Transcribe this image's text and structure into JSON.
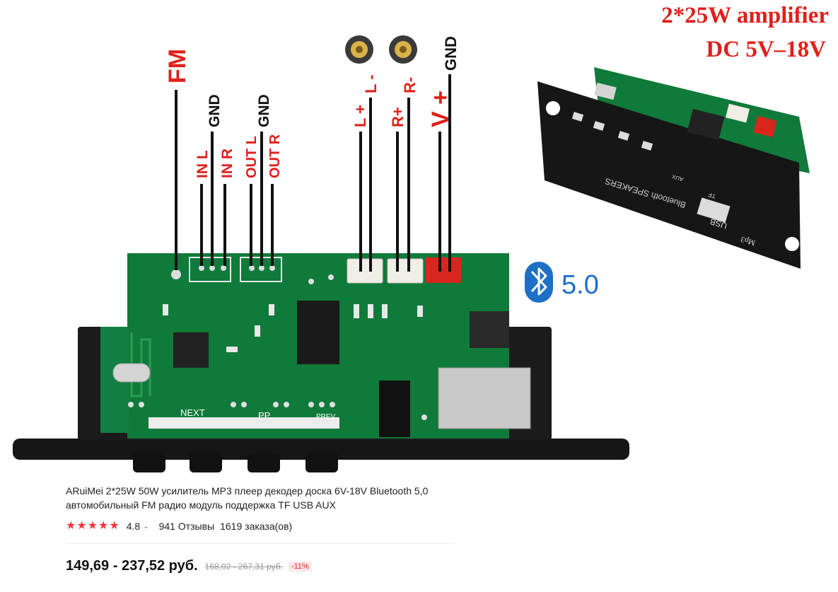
{
  "image": {
    "headline_line1": "2*25W amplifier",
    "headline_line2": "DC 5V–18V",
    "bluetooth_version": "5.0",
    "pins": {
      "fm": "FM",
      "in_l": "IN L",
      "gnd1": "GND",
      "in_r": "IN R",
      "out_l": "OUT L",
      "gnd2": "GND",
      "out_r": "OUT R",
      "l_plus": "L +",
      "l_minus": "L -",
      "r_plus": "R+",
      "r_minus": "R-",
      "v_plus": "V +",
      "gnd3": "GND"
    },
    "board_buttons": {
      "next": "NEXT",
      "pp": "PP",
      "prev": "PREV"
    },
    "faceplate": {
      "bluetooth_speakers": "Bluetooth SPEAKERS",
      "usb": "USB",
      "tf": "TF",
      "aux": "AUX",
      "mp3": "Mp3"
    },
    "colors": {
      "red": "#e0201b",
      "pcb_green": "#0f7a3a",
      "black": "#141414",
      "bluetooth_blue": "#1f6fc5"
    }
  },
  "product": {
    "title": "ARuiMei 2*25W 50W усилитель MP3 плеер декодер доска 6V-18V Bluetooth 5,0 автомобильный FM радио модуль поддержка TF USB AUX",
    "rating": "4.8",
    "star_count": 5,
    "reviews": "941 Отзывы",
    "orders": "1619 заказа(ов)",
    "price": "149,69 - 237,52 руб.",
    "old_price": "168,02 - 267,31 руб.",
    "discount": "-11%"
  }
}
